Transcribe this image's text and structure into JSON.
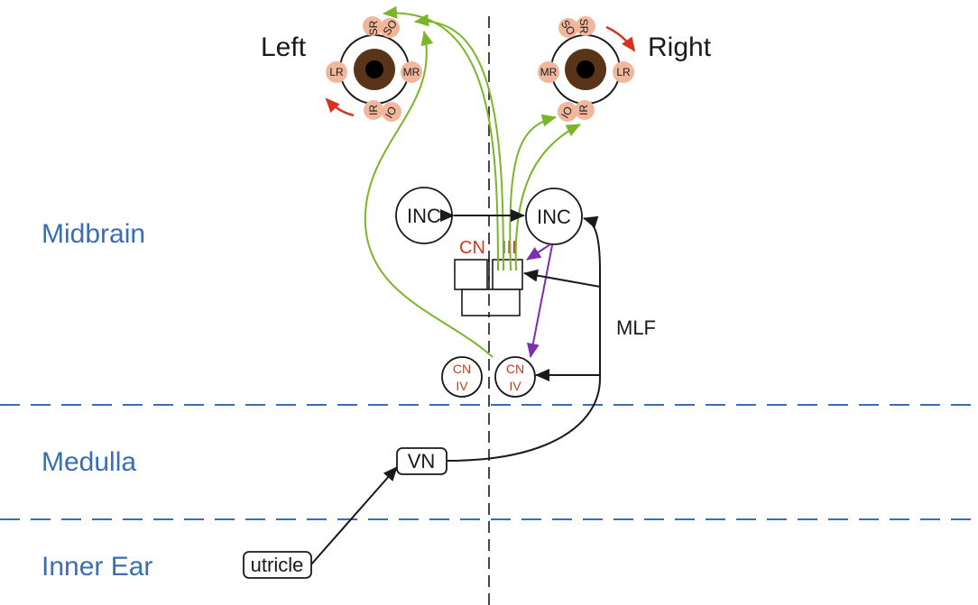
{
  "regions": {
    "midbrain": "Midbrain",
    "medulla": "Medulla",
    "inner_ear": "Inner Ear"
  },
  "eyes": {
    "left_label": "Left",
    "right_label": "Right",
    "left_muscles": {
      "sr": "SR",
      "so": "SO",
      "lr": "LR",
      "mr": "MR",
      "ir": "IR",
      "io": "IO"
    },
    "right_muscles": {
      "so": "SO",
      "sr": "SR",
      "mr": "MR",
      "lr": "LR",
      "io": "IO",
      "ir": "IR"
    }
  },
  "nodes": {
    "inc_left": "INC",
    "inc_right": "INC",
    "cn3_a": "CN",
    "cn3_b": "III",
    "cn4_left_a": "CN",
    "cn4_left_b": "IV",
    "cn4_right_a": "CN",
    "cn4_right_b": "IV",
    "vn": "VN",
    "utricle": "utricle",
    "mlf": "MLF"
  },
  "colors": {
    "region_text": "#3a6db3",
    "green_path": "#7ab52a",
    "purple_path": "#7a2fb5",
    "red_rotation": "#d8321e",
    "cn_text": "#cc3a1f",
    "muscle_fill": "#f1b79c",
    "iris": "#5a3418"
  }
}
